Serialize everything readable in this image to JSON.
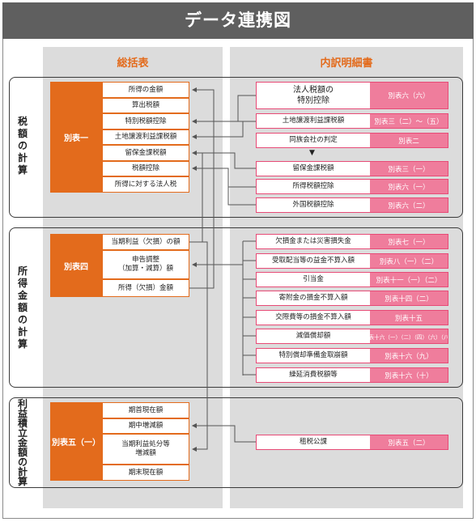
{
  "title": "データ連携図",
  "columns": {
    "left": "総括表",
    "right": "内訳明細書"
  },
  "sections": [
    {
      "label": [
        "税",
        "額",
        "の",
        "計",
        "算"
      ]
    },
    {
      "label": [
        "所",
        "得",
        "金",
        "額",
        "の",
        "計",
        "算"
      ]
    },
    {
      "label": [
        "利",
        "益",
        "積",
        "立",
        "金",
        "額",
        "の",
        "計",
        "算"
      ]
    }
  ],
  "blocks": {
    "tax": {
      "badge": "別表一",
      "rows": [
        "所得の金額",
        "算出税額",
        "特別税額控除",
        "土地譲渡利益課税額",
        "留保金課税額",
        "税額控除",
        "所得に対する法人税"
      ]
    },
    "income": {
      "badge": "別表四",
      "rows": [
        "当期利益（欠損）の額",
        "申告調整\n（加算・減算）額",
        "所得（欠損）金額"
      ]
    },
    "surplus": {
      "badge": "別表五（一）",
      "rows": [
        "期首現在額",
        "期中増減額",
        "当期利益処分等\n増減額",
        "期末現在額"
      ]
    }
  },
  "details": {
    "tax": [
      {
        "label": "法人税額の\n特別控除",
        "form": "別表六（六）"
      },
      {
        "label": "土地譲渡利益課税額",
        "form": "別表三（二）～（五）"
      },
      {
        "label": "同族会社の判定",
        "form": "別表二"
      },
      {
        "label": "留保金課税額",
        "form": "別表三（一）"
      },
      {
        "label": "所得税額控除",
        "form": "別表六（一）"
      },
      {
        "label": "外国税額控除",
        "form": "別表六（二）"
      }
    ],
    "income": [
      {
        "label": "欠損金または災害損失金",
        "form": "別表七（一）"
      },
      {
        "label": "受取配当等の益金不算入額",
        "form": "別表八（一）（二）"
      },
      {
        "label": "引当金",
        "form": "別表十一（一）（二）"
      },
      {
        "label": "寄附金の損金不算入額",
        "form": "別表十四（二）"
      },
      {
        "label": "交際費等の損金不算入額",
        "form": "別表十五"
      },
      {
        "label": "減価償却額",
        "form": "別表十六（一）（二）（四）（六）（八）"
      },
      {
        "label": "特別償却準備金取崩額",
        "form": "別表十六（九）"
      },
      {
        "label": "繰延消費税額等",
        "form": "別表十六（十）"
      }
    ],
    "surplus": [
      {
        "label": "租税公課",
        "form": "別表五（二）"
      }
    ]
  },
  "icons": {
    "arrow": "arrowhead-icon",
    "triangle": "down-triangle-icon"
  },
  "colors": {
    "title_bg": "#5f5f5f",
    "orange": "#e36b1c",
    "pink": "#ef7d9c",
    "column_bg": "#dcdcdc"
  }
}
